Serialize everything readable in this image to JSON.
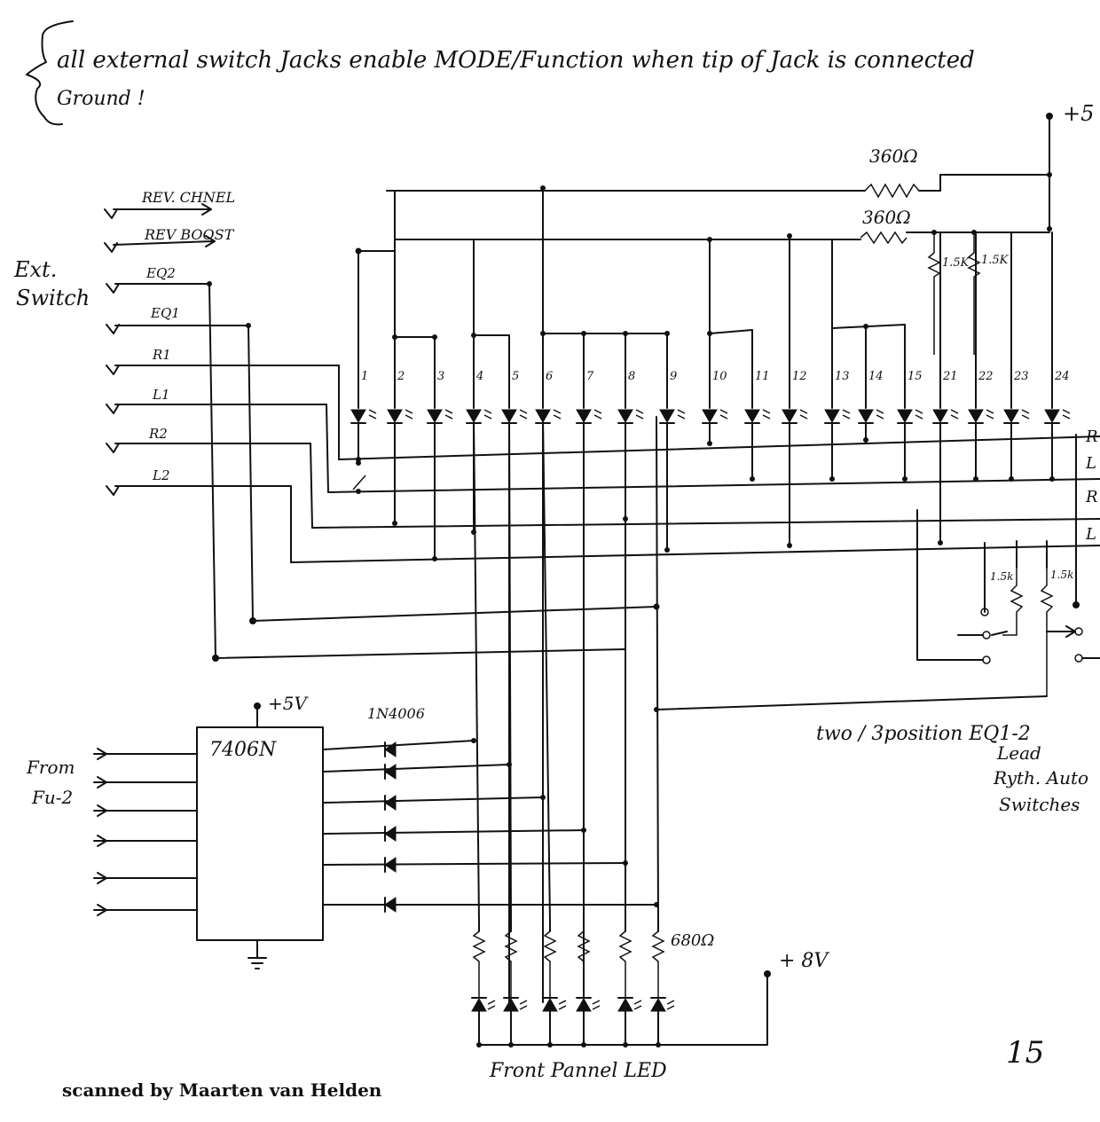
{
  "header": {
    "line1": "all external switch Jacks enable MODE/Function when tip of Jack is connected",
    "line2": "Ground !"
  },
  "supply": {
    "plus5": "+5",
    "plus5v": "+5V",
    "plus8v": "+ 8V"
  },
  "resistors": {
    "top_360_a": "360Ω",
    "top_360_b": "360Ω",
    "r15k_a": "1.5K",
    "r15k_b": "1.5K",
    "r15k_c": "1.5k",
    "r15k_d": "1.5k",
    "r680": "680Ω"
  },
  "ext_switch": {
    "title_line1": "Ext.",
    "title_line2": "Switch",
    "lines": [
      "REV. CHNEL",
      "REV BOOST",
      "EQ2",
      "EQ1",
      "R1",
      "L1",
      "R2",
      "L2"
    ]
  },
  "led_numbers": [
    "1",
    "2",
    "3",
    "4",
    "5",
    "6",
    "7",
    "8",
    "9",
    "10",
    "11",
    "12",
    "13",
    "14",
    "15",
    "21",
    "22",
    "23",
    "24"
  ],
  "right_labels": [
    "R",
    "L",
    "R",
    "L"
  ],
  "chip": {
    "name": "7406N",
    "diode": "1N4006",
    "from_line1": "From",
    "from_line2": "Fu-2"
  },
  "switch_note": {
    "line1": "two / 3position EQ1-2",
    "line2": "Lead",
    "line3": "Ryth. Auto",
    "line4": "Switches"
  },
  "footer": {
    "front_panel": "Front Pannel LED",
    "page_number": "15",
    "credit": "scanned by Maarten van Helden"
  }
}
